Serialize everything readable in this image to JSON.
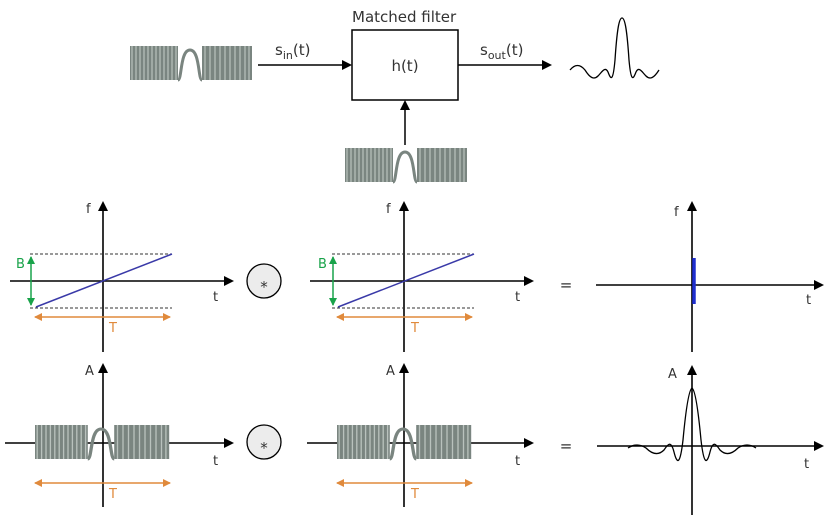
{
  "diagram": {
    "filter_title": "Matched filter",
    "filter_box_label": "h(t)",
    "input_base": "s",
    "input_sub": "in",
    "input_arg": "(t)",
    "output_base": "s",
    "output_sub": "out",
    "output_arg": "(t)"
  },
  "plots": {
    "f_label": "f",
    "t_label": "t",
    "A_label": "A",
    "B_label": "B",
    "T_label": "T",
    "convolution_symbol": "*",
    "equals_symbol": "="
  },
  "colors": {
    "chirp_line": "#3a3aa8",
    "spike": "#1f2fcf",
    "bandwidth_arrow": "#19a34a",
    "duration_arrow": "#e08a3c",
    "axis": "#000000"
  }
}
